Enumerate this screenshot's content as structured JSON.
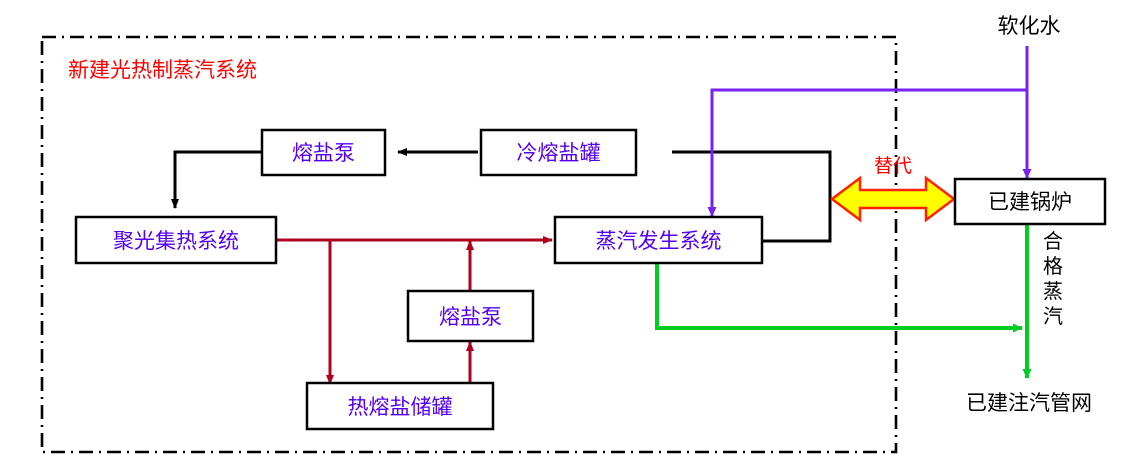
{
  "diagram": {
    "title": "新建光热制蒸汽系统",
    "boundary_style": "dash-dot",
    "nodes": [
      {
        "id": "salt_pump_top",
        "label": "熔盐泵"
      },
      {
        "id": "cold_salt_tank",
        "label": "冷熔盐罐"
      },
      {
        "id": "solar_collector",
        "label": "聚光集热系统"
      },
      {
        "id": "steam_generator",
        "label": "蒸汽发生系统"
      },
      {
        "id": "salt_pump_bottom",
        "label": "熔盐泵"
      },
      {
        "id": "hot_salt_tank",
        "label": "热熔盐储罐"
      },
      {
        "id": "existing_boiler",
        "label": "已建锅炉"
      }
    ],
    "free_labels": [
      {
        "id": "soft_water",
        "label": "软化水"
      },
      {
        "id": "replace",
        "label": "替代"
      },
      {
        "id": "qualified_steam",
        "label": "合格蒸汽"
      },
      {
        "id": "steam_network",
        "label": "已建注汽管网"
      }
    ],
    "colors": {
      "node_text": "#5500ee",
      "plain_text": "#000000",
      "title_text": "#ff0000",
      "replace_text": "#ff0000",
      "molten_salt_line": "#b00020",
      "water_line": "#7722ee",
      "steam_line": "#00cc22",
      "control_line": "#000000",
      "replace_arrow_fill": "#ffff00",
      "replace_arrow_stroke": "#ff2200",
      "box_border": "#000000",
      "boundary": "#000000"
    }
  }
}
